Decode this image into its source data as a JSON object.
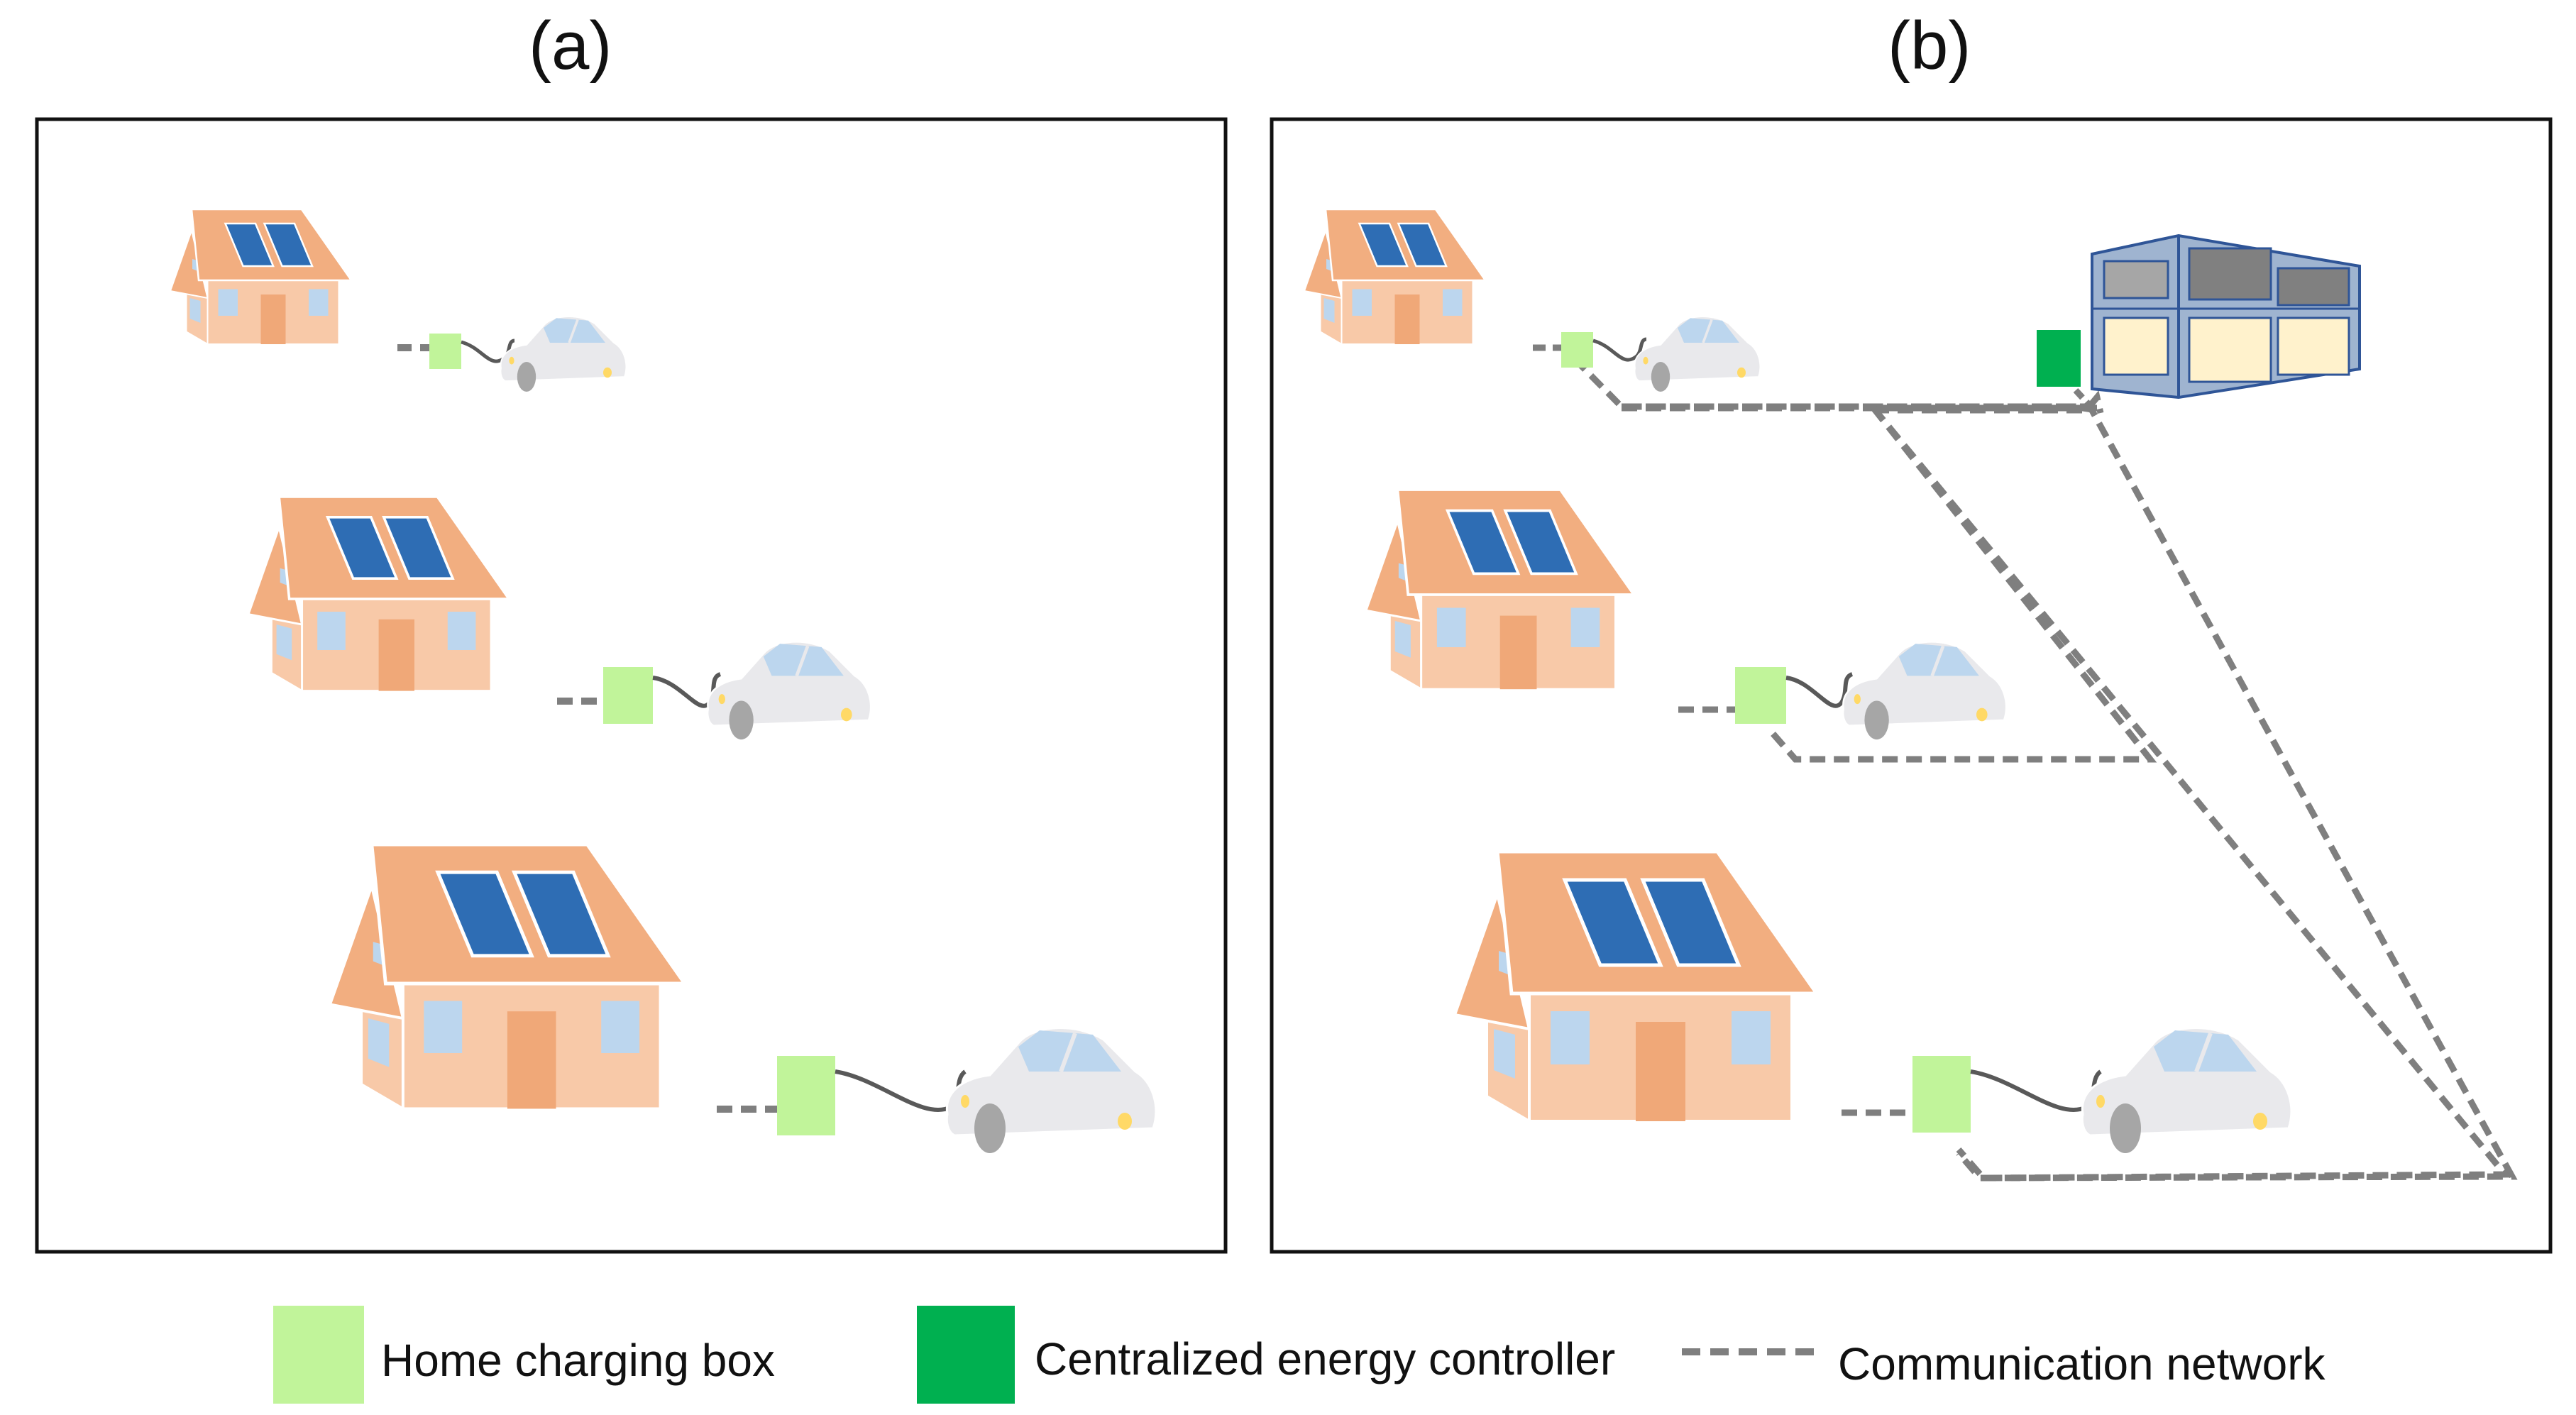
{
  "panels": {
    "a": {
      "title": "(a)"
    },
    "b": {
      "title": "(b)"
    }
  },
  "legend": {
    "home_box": "Home charging box",
    "controller": "Centralized energy controller",
    "network": "Communication network"
  },
  "colors": {
    "house_wall": "#f8c9a8",
    "house_roof": "#f2ae80",
    "door": "#f0a878",
    "window": "#bcd6ee",
    "solar_panel": "#2e6db4",
    "home_box": "#c1f49a",
    "controller": "#00b050",
    "network": "#7f7f7f",
    "car": "#e9e9ec",
    "building_frame": "#9fb4d0",
    "building_window_top": "#808080",
    "building_window_bottom": "#fff2cc"
  }
}
